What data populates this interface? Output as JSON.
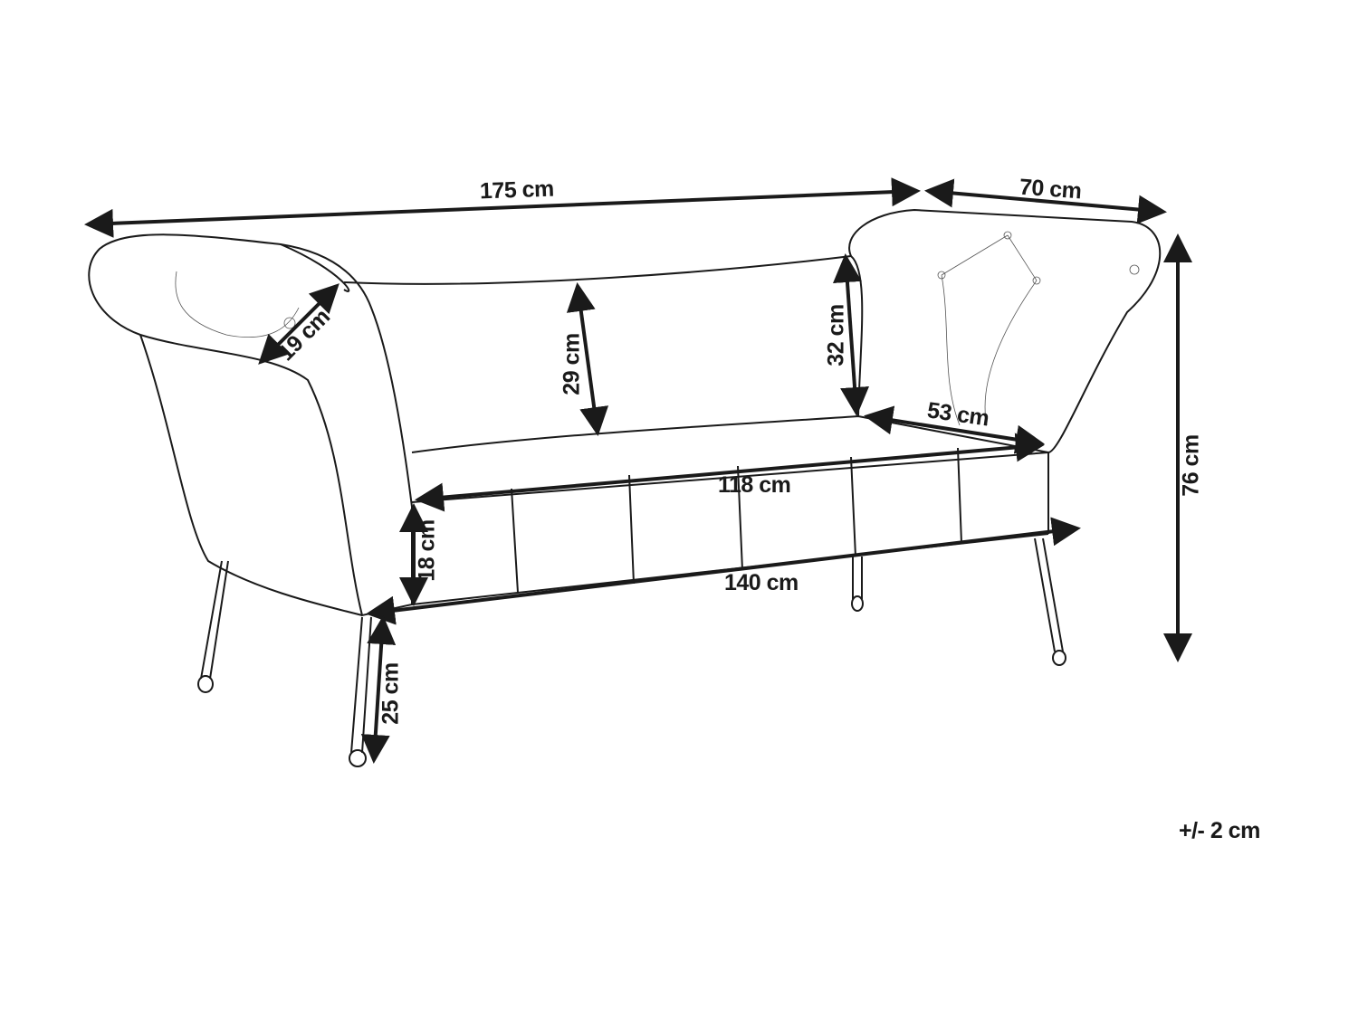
{
  "diagram": {
    "subject": "chaise bench with rolled arms and tufted seat, dimensioned line drawing",
    "line_color": "#1a1a1a",
    "dimensions": {
      "overall_width": "175 cm",
      "overall_depth": "70 cm",
      "overall_height": "76 cm",
      "arm_roll_diameter": "19 cm",
      "backrest_height_center": "29 cm",
      "arm_height_above_seat": "32 cm",
      "seat_depth": "53 cm",
      "seat_width": "118 cm",
      "seat_cushion_height": "18 cm",
      "base_width": "140 cm",
      "leg_height": "25 cm"
    },
    "tolerance": "+/- 2 cm"
  }
}
